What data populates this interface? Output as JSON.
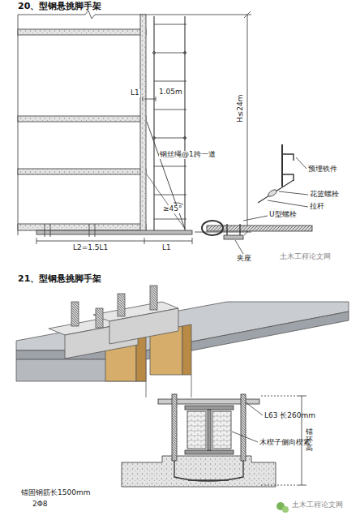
{
  "diagram": {
    "labels": [
      "20、型钢悬挑脚手架",
      "L1",
      "1.05m",
      "H≤24m",
      "钢丝绳@1跨一道",
      "≥45°",
      "L2=1.5L1",
      "L1",
      "预埋铁件",
      "花篮螺栓",
      "拉杆",
      "U型螺栓",
      "夹座",
      "土木工程论文网",
      "21、型钢悬挑脚手架",
      "L63 长260mm",
      "木楔子侧向楔紧",
      "锚环高",
      "锚固钢筋长1500mm",
      "2Φ8",
      "土木工程论文网"
    ]
  }
}
